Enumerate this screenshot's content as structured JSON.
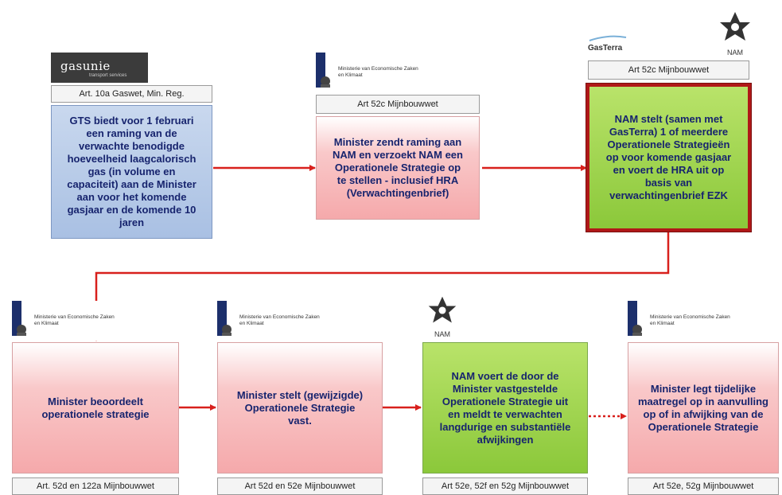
{
  "logos": {
    "gasunie": {
      "name": "gasunie",
      "sub": "transport services"
    },
    "ministry": {
      "line1": "Ministerie van Economische Zaken",
      "line2": "en Klimaat"
    },
    "gasterra": "GasTerra",
    "nam": "NAM"
  },
  "labels": {
    "gts": "Art. 10a Gaswet, Min. Reg.",
    "minister_raming": "Art 52c Mijnbouwwet",
    "nam_strategie": "Art 52c Mijnbouwwet",
    "beoordeelt": "Art. 52d en 122a Mijnbouwwet",
    "stelt_vast": "Art 52d en 52e Mijnbouwwet",
    "voert_uit": "Art 52e, 52f en 52g Mijnbouwwet",
    "maatregel": "Art 52e, 52g Mijnbouwwet"
  },
  "boxes": {
    "gts": [
      "GTS biedt voor 1 februari",
      "een raming van de",
      "verwachte benodigde",
      "hoeveelheid laagcalorisch",
      "gas (in volume en",
      "capaciteit) aan de Minister",
      "aan voor het komende",
      "gasjaar en de komende 10",
      "jaren"
    ],
    "minister_raming": [
      "Minister zendt raming aan",
      "NAM en verzoekt NAM een",
      "Operationele Strategie op",
      "te stellen - inclusief HRA",
      "(Verwachtingenbrief)"
    ],
    "nam_strategie": [
      "NAM stelt (samen met",
      "GasTerra) 1 of meerdere",
      "Operationele Strategieën",
      "op voor komende gasjaar",
      "en voert de HRA uit op",
      "basis van",
      "verwachtingenbrief EZK"
    ],
    "beoordeelt": [
      "Minister beoordeelt",
      "operationele strategie"
    ],
    "stelt_vast": [
      "Minister stelt (gewijzigde)",
      "Operationele Strategie",
      "vast."
    ],
    "voert_uit": [
      "NAM voert de door de",
      "Minister vastgestelde",
      "Operationele Strategie uit",
      "en meldt te verwachten",
      "langdurige en substantiële",
      "afwijkingen"
    ],
    "maatregel": [
      "Minister legt tijdelijke",
      "maatregel op in aanvulling",
      "op of in afwijking van de",
      "Operationele Strategie"
    ]
  },
  "colors": {
    "arrow": "#d8201c",
    "highlight_border": "#b01818",
    "text": "#17246e"
  }
}
